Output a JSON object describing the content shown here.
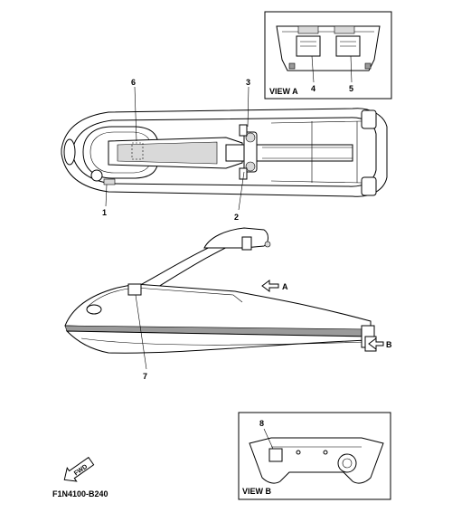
{
  "part_numbers": {
    "n1": "1",
    "n2": "2",
    "n3": "3",
    "n4": "4",
    "n5": "5",
    "n6": "6",
    "n7": "7",
    "n8": "8"
  },
  "views": {
    "view_a": "VIEW A",
    "view_b": "VIEW B",
    "arrow_a": "A",
    "arrow_b": "B"
  },
  "fwd_label": "FWD",
  "figure_code": "F1N4100-B240"
}
